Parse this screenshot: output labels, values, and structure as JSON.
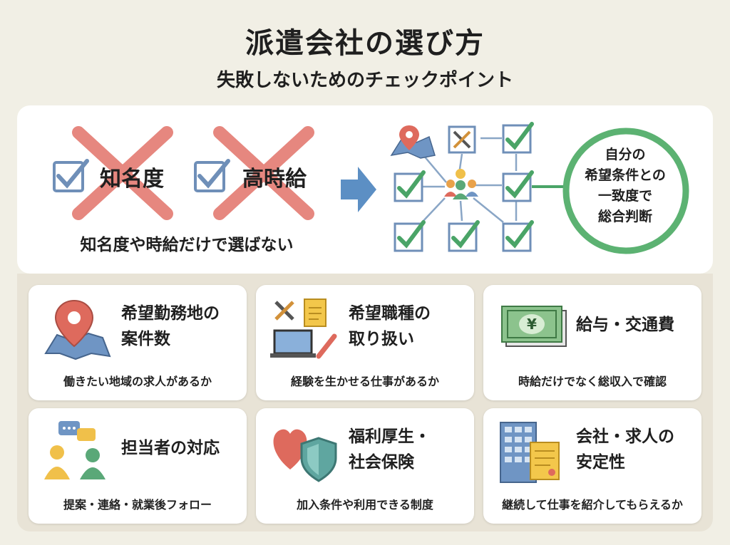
{
  "title": "派遣会社の選び方",
  "subtitle": "失敗しないためのチェックポイント",
  "top": {
    "crossed_items": [
      "知名度",
      "高時給"
    ],
    "caption": "知名度や時給だけで選ばない",
    "circle_text": [
      "自分の",
      "希望条件との",
      "一致度で",
      "総合判断"
    ]
  },
  "cards": [
    {
      "title": [
        "希望勤務地の",
        "案件数"
      ],
      "desc": "働きたい地域の求人があるか",
      "icon": "map-pin-icon"
    },
    {
      "title": [
        "希望職種の",
        "取り扱い"
      ],
      "desc": "経験を生かせる仕事があるか",
      "icon": "tools-laptop-icon"
    },
    {
      "title": [
        "給与・交通費"
      ],
      "desc": "時給だけでなく総収入で確認",
      "icon": "yen-banknote-icon"
    },
    {
      "title": [
        "担当者の対応"
      ],
      "desc": "提案・連絡・就業後フォロー",
      "icon": "people-chat-icon"
    },
    {
      "title": [
        "福利厚生・",
        "社会保険"
      ],
      "desc": "加入条件や利用できる制度",
      "icon": "heart-shield-icon"
    },
    {
      "title": [
        "会社・求人の",
        "安定性"
      ],
      "desc": "継続して仕事を紹介してもらえるか",
      "icon": "building-document-icon"
    }
  ],
  "colors": {
    "check_blue": "#6f8fb8",
    "cross_red": "#e47b72",
    "check_green": "#4aa467",
    "arrow_blue": "#5c8fc4"
  }
}
